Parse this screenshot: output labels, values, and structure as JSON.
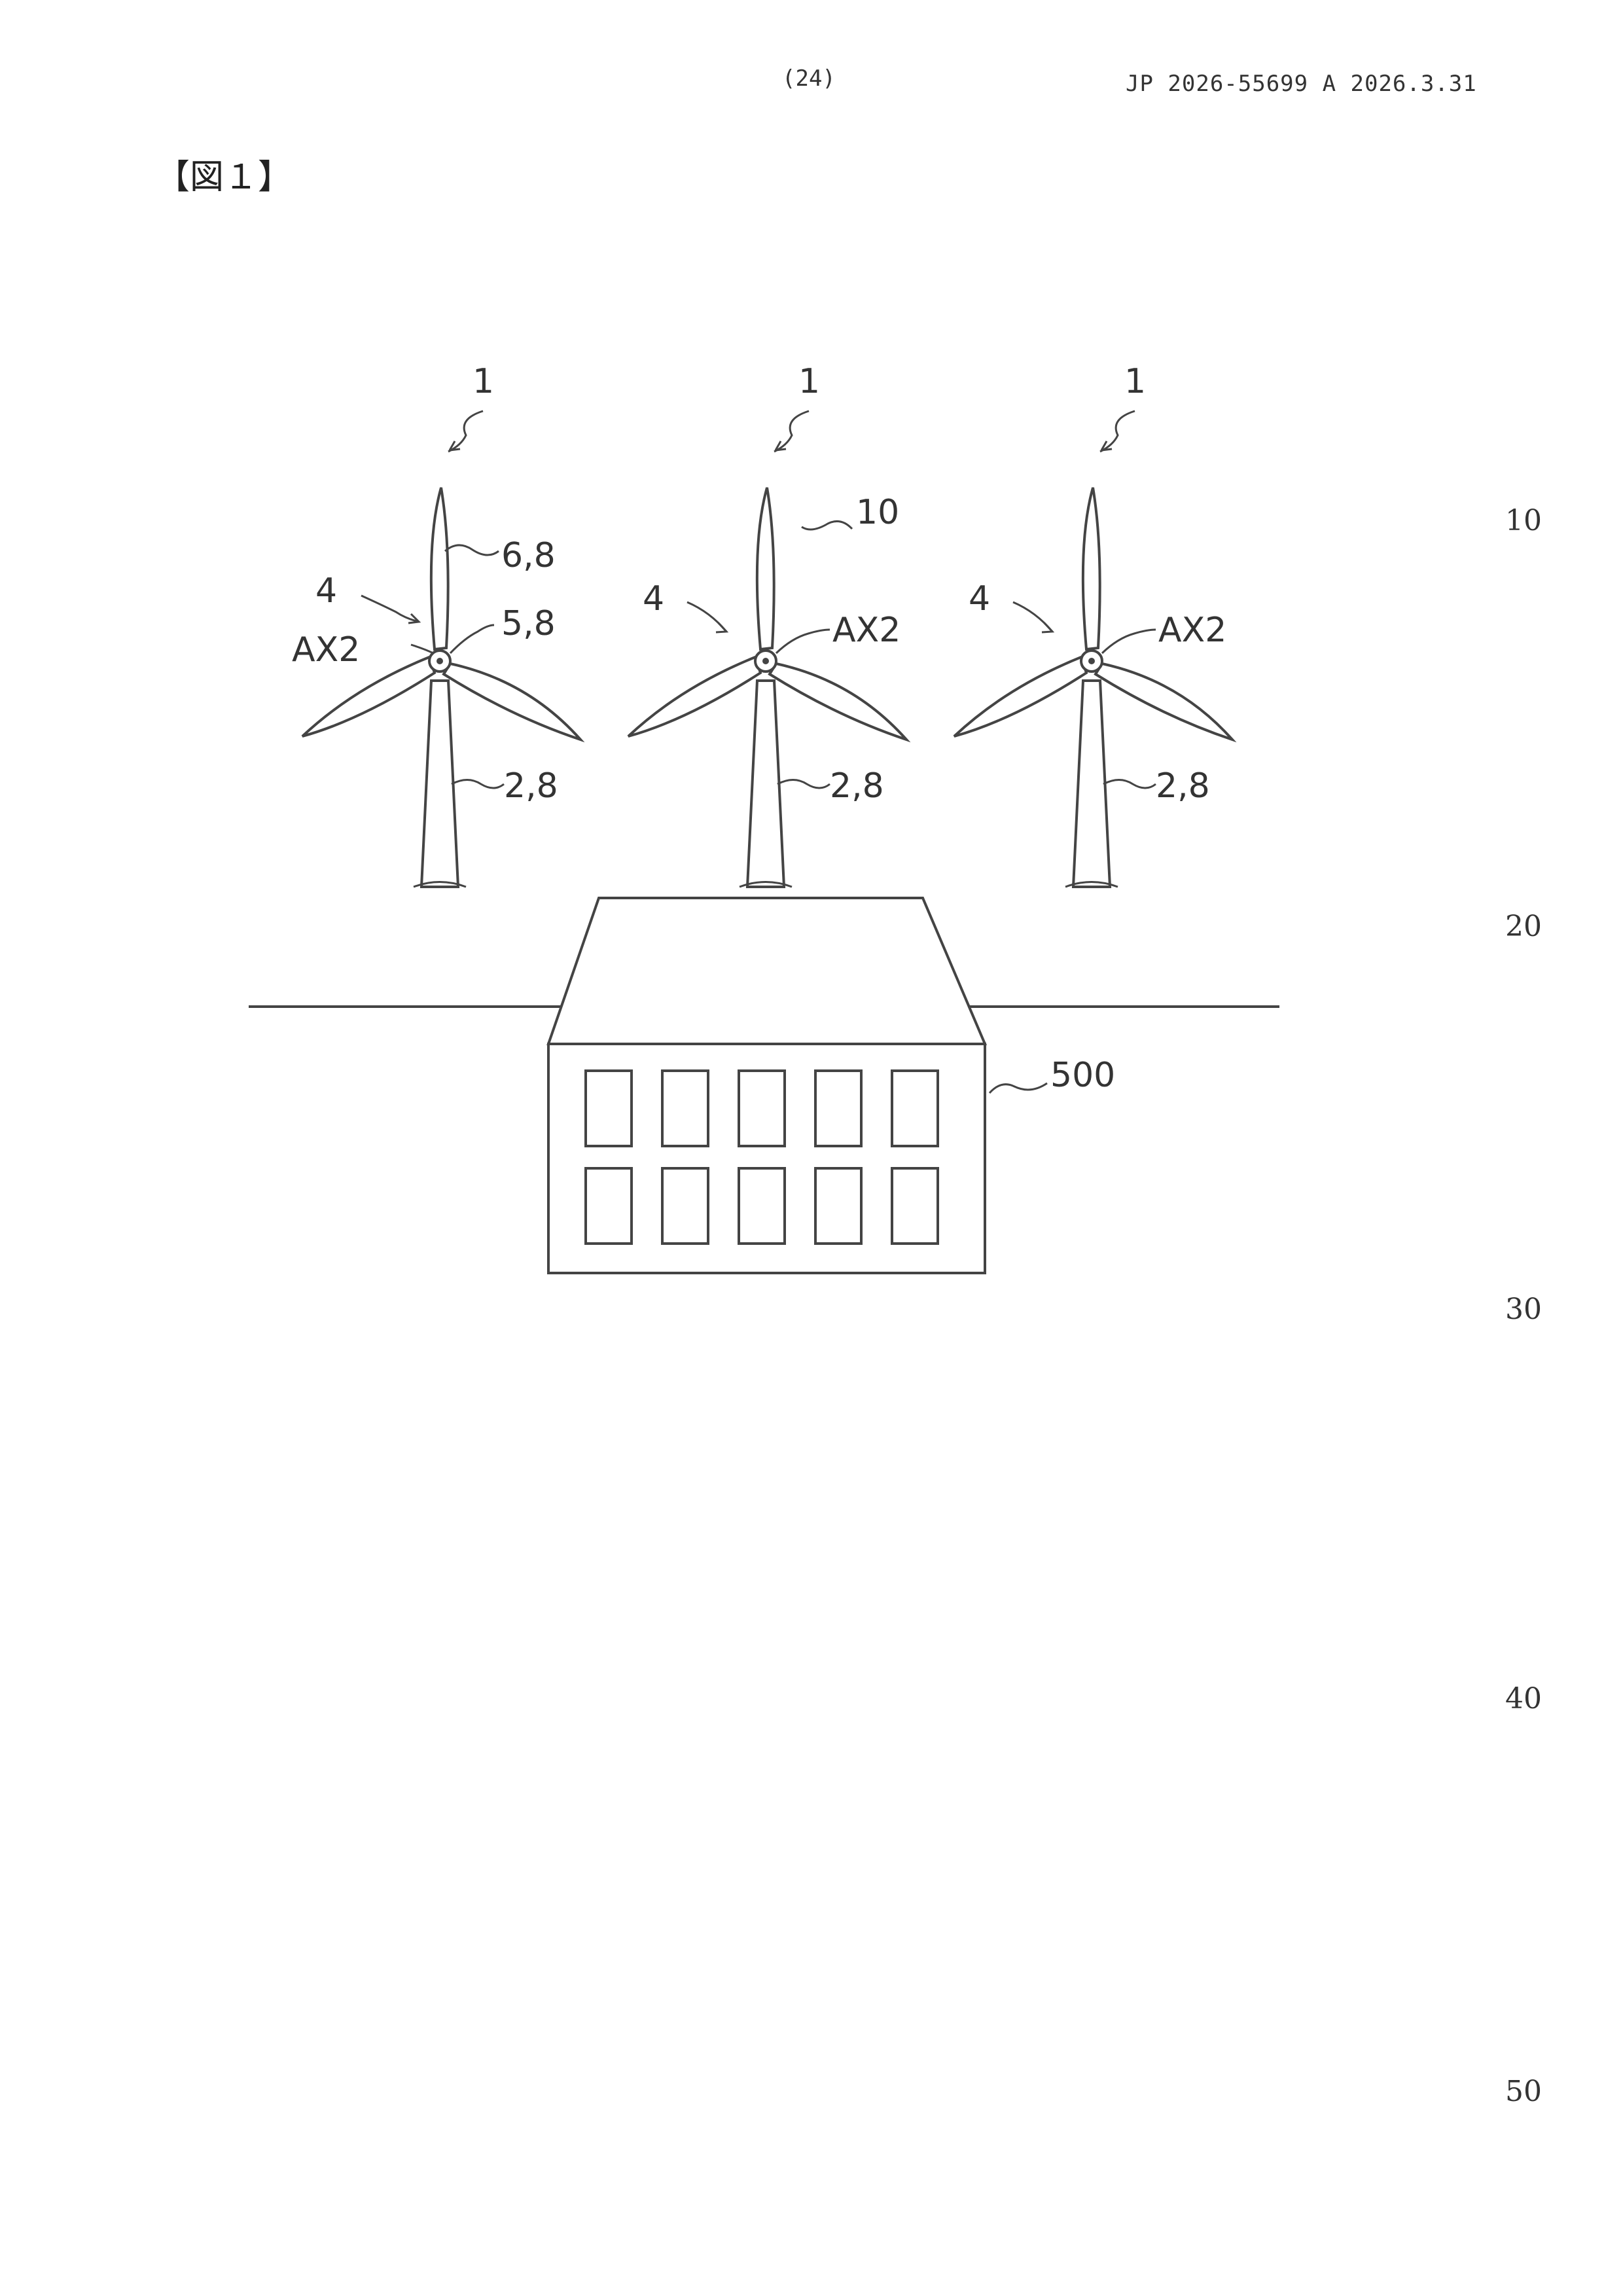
{
  "header": {
    "page_number": "(24)",
    "publication": "JP  2026-55699  A  2026.3.31"
  },
  "figure": {
    "caption": "【図１】",
    "turbines": [
      {
        "ref": "1",
        "blade": "6,8",
        "hub": "5,8",
        "rotor": "4",
        "axis": "AX2",
        "tower": "2,8"
      },
      {
        "ref": "1",
        "group": "10",
        "rotor": "4",
        "axis": "AX2",
        "tower": "2,8"
      },
      {
        "ref": "1",
        "rotor": "4",
        "axis": "AX2",
        "tower": "2,8"
      }
    ],
    "building": "500"
  },
  "line_numbers": [
    "10",
    "20",
    "30",
    "40",
    "50"
  ]
}
